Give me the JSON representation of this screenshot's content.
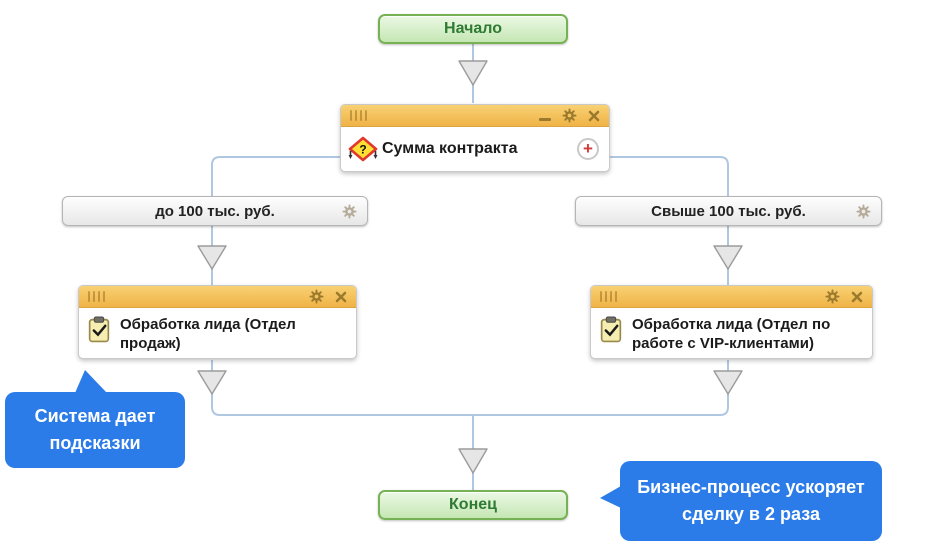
{
  "diagram": {
    "start_label": "Начало",
    "end_label": "Конец",
    "condition": {
      "title": "Сумма контракта",
      "branches": [
        {
          "label": "до 100 тыс. руб."
        },
        {
          "label": "Свыше 100 тыс. руб."
        }
      ]
    },
    "tasks": [
      {
        "label": "Обработка лида (Отдел продаж)"
      },
      {
        "label": "Обработка лида (Отдел по работе с VIP-клиентами)"
      }
    ]
  },
  "annotations": [
    {
      "text": "Система дает подсказки"
    },
    {
      "text": "Бизнес-процесс ускоряет сделку в 2 раза"
    }
  ],
  "icons": {
    "question_glyph": "?",
    "add_glyph": "+",
    "grip": "grip-lines",
    "minimize": "minimize-dash",
    "gear": "gear",
    "close": "x-cross",
    "condition": "question-diamond",
    "task": "clipboard-check",
    "add": "plus-circle-red",
    "flow_arrow": "down-triangle"
  },
  "colors": {
    "connector": "#b0c7e1",
    "titlebar_top": "#f8d173",
    "titlebar_bottom": "#f0b347",
    "green_button_border": "#76b153",
    "green_button_text": "#2f7b33",
    "callout_blue": "#2b7ce8",
    "plus_red": "#d23b3b",
    "arrow_fill": "#e6e6e6"
  }
}
